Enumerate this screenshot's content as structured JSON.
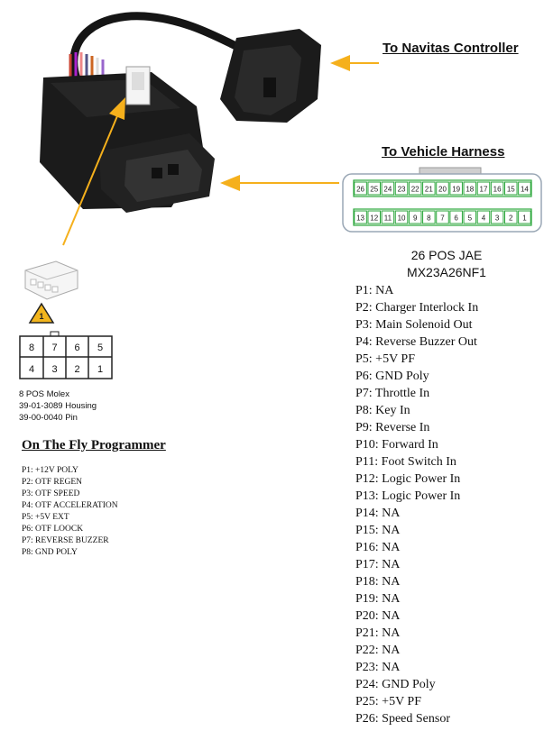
{
  "labels": {
    "navitas": "To Navitas Controller",
    "vehicle_harness": "To Vehicle Harness",
    "otf_title": "On The Fly Programmer",
    "warning_number": "1"
  },
  "harness": {
    "title_line1": "26 POS JAE",
    "title_line2": "MX23A26NF1",
    "top_row": [
      "26",
      "25",
      "24",
      "23",
      "22",
      "21",
      "20",
      "19",
      "18",
      "17",
      "16",
      "15",
      "14"
    ],
    "bottom_row": [
      "13",
      "12",
      "11",
      "10",
      "9",
      "8",
      "7",
      "6",
      "5",
      "4",
      "3",
      "2",
      "1"
    ],
    "pins": [
      "P1:  NA",
      "P2:  Charger Interlock In",
      "P3:  Main Solenoid Out",
      "P4:  Reverse Buzzer Out",
      "P5:  +5V PF",
      "P6:  GND Poly",
      "P7:  Throttle In",
      "P8:  Key In",
      "P9:  Reverse In",
      "P10: Forward In",
      "P11: Foot Switch In",
      "P12: Logic Power In",
      "P13: Logic Power In",
      "P14: NA",
      "P15: NA",
      "P16: NA",
      "P17: NA",
      "P18: NA",
      "P19: NA",
      "P20: NA",
      "P21: NA",
      "P22: NA",
      "P23: NA",
      "P24: GND Poly",
      "P25: +5V PF",
      "P26: Speed Sensor"
    ]
  },
  "molex": {
    "top_row": [
      "8",
      "7",
      "6",
      "5"
    ],
    "bottom_row": [
      "4",
      "3",
      "2",
      "1"
    ],
    "line1": "8 POS Molex",
    "line2": "39-01-3089 Housing",
    "line3": "39-00-0040 Pin"
  },
  "otf": {
    "pins": [
      "P1: +12V POLY",
      "P2: OTF REGEN",
      "P3: OTF SPEED",
      "P4: OTF ACCELERATION",
      "P5: +5V EXT",
      "P6: OTF LOOCK",
      "P7: REVERSE BUZZER",
      "P8: GND POLY"
    ]
  },
  "colors": {
    "arrow": "#f5b01c",
    "pin_border": "#2aa63a",
    "device": "#1b1b1b",
    "warning": "#f2b51d"
  }
}
